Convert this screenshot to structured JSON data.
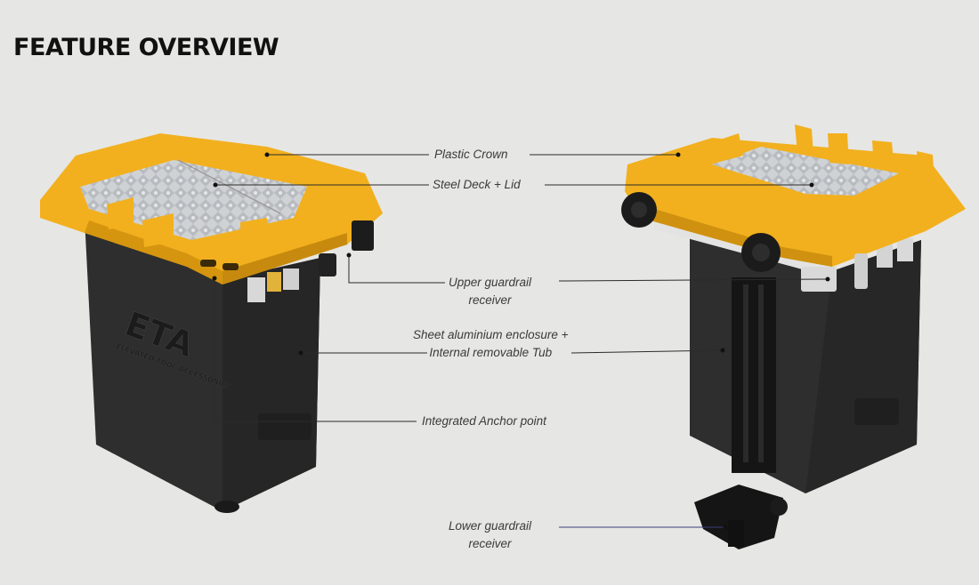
{
  "heading": "FEATURE OVERVIEW",
  "callouts": {
    "plastic_crown": "Plastic Crown",
    "steel_deck": "Steel Deck + Lid",
    "upper_guardrail": [
      "Upper guardrail",
      "receiver"
    ],
    "enclosure": [
      "Sheet aluminium enclosure +",
      "Internal removable Tub"
    ],
    "anchor_point": "Integrated Anchor point",
    "lower_guardrail": [
      "Lower guardrail",
      "receiver"
    ]
  },
  "branding": {
    "logo": "ETA",
    "logo_sub": "ELEVATED TOOL ACCESSORIES"
  },
  "colors": {
    "crown": "#f2b01e",
    "body": "#2b2b2b",
    "deck": "#c9ccd0",
    "background": "#e6e6e4"
  }
}
